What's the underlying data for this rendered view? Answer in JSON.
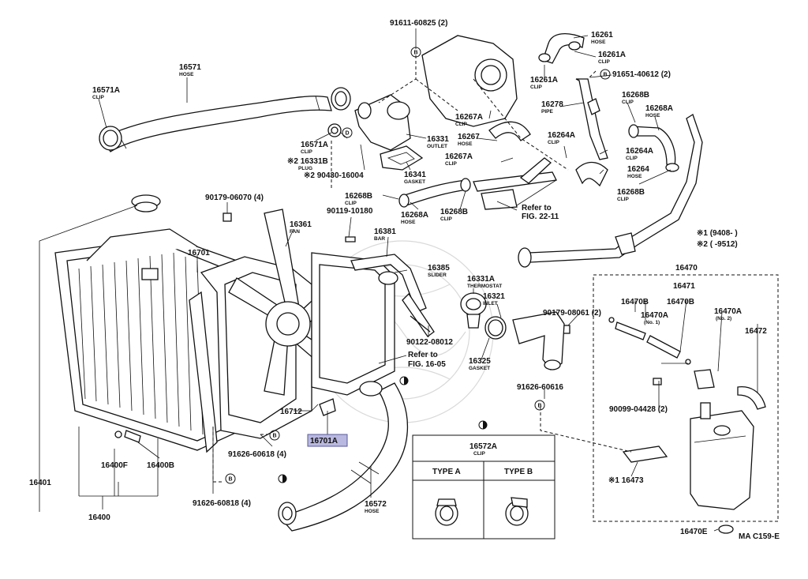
{
  "diagram": {
    "ref_code": "MA C159-E",
    "notes": {
      "n1": "※1 (9408-        )",
      "n2": "※2 (        -9512)"
    },
    "refs": {
      "fig22": [
        "Refer to",
        "FIG. 22-11"
      ],
      "fig16": [
        "Refer to",
        "FIG. 16-05"
      ]
    },
    "reservoir_box": {
      "title": "16470",
      "sub": "16471"
    },
    "clip_table": {
      "part": "16572A",
      "name": "CLIP",
      "col_a": "TYPE A",
      "col_b": "TYPE B"
    },
    "highlight": "16701A",
    "labels": [
      {
        "id": "p91611",
        "pn": "91611-60825 (2)"
      },
      {
        "id": "p16261",
        "pn": "16261",
        "sub": "HOSE"
      },
      {
        "id": "p16261a1",
        "pn": "16261A",
        "sub": "CLIP"
      },
      {
        "id": "p16261a2",
        "pn": "16261A",
        "sub": "CLIP"
      },
      {
        "id": "p91651",
        "pn": "91651-40612 (2)"
      },
      {
        "id": "p16571",
        "pn": "16571",
        "sub": "HOSE"
      },
      {
        "id": "p16571a1",
        "pn": "16571A",
        "sub": "CLIP"
      },
      {
        "id": "p16571a2",
        "pn": "16571A",
        "sub": "CLIP"
      },
      {
        "id": "p16267a1",
        "pn": "16267A",
        "sub": "CLIP"
      },
      {
        "id": "p16278",
        "pn": "16278",
        "sub": "PIPE"
      },
      {
        "id": "p16268b1",
        "pn": "16268B",
        "sub": "CLIP"
      },
      {
        "id": "p16268a1",
        "pn": "16268A",
        "sub": "HOSE"
      },
      {
        "id": "p16331",
        "pn": "16331",
        "sub": "OUTLET"
      },
      {
        "id": "p16267",
        "pn": "16267",
        "sub": "HOSE"
      },
      {
        "id": "p16264a1",
        "pn": "16264A",
        "sub": "CLIP"
      },
      {
        "id": "p16264a2",
        "pn": "16264A",
        "sub": "CLIP"
      },
      {
        "id": "p16331b",
        "pn": "※2 16331B",
        "sub": "PLUG"
      },
      {
        "id": "p90430",
        "pn": "※2 90430-16004"
      },
      {
        "id": "p16341",
        "pn": "16341",
        "sub": "GASKET"
      },
      {
        "id": "p16267a2",
        "pn": "16267A",
        "sub": "CLIP"
      },
      {
        "id": "p16264",
        "pn": "16264",
        "sub": "HOSE"
      },
      {
        "id": "p16268b2",
        "pn": "16268B",
        "sub": "CLIP"
      },
      {
        "id": "p16268b3",
        "pn": "16268B",
        "sub": "CLIP"
      },
      {
        "id": "p16268a2",
        "pn": "16268A",
        "sub": "HOSE"
      },
      {
        "id": "p16268b4",
        "pn": "16268B",
        "sub": "CLIP"
      },
      {
        "id": "p90179a",
        "pn": "90179-06070 (4)"
      },
      {
        "id": "p90119",
        "pn": "90119-10180"
      },
      {
        "id": "p16361",
        "pn": "16361",
        "sub": "FAN"
      },
      {
        "id": "p16381",
        "pn": "16381",
        "sub": "BAR"
      },
      {
        "id": "p16701",
        "pn": "16701"
      },
      {
        "id": "p16385",
        "pn": "16385",
        "sub": "SLIDER"
      },
      {
        "id": "p16331a",
        "pn": "16331A",
        "sub": "THERMOSTAT"
      },
      {
        "id": "p16321",
        "pn": "16321",
        "sub": "INLET"
      },
      {
        "id": "p90179b",
        "pn": "90179-08061 (2)"
      },
      {
        "id": "p90122",
        "pn": "90122-08012"
      },
      {
        "id": "p16325",
        "pn": "16325",
        "sub": "GASKET"
      },
      {
        "id": "p91626a",
        "pn": "91626-60616"
      },
      {
        "id": "p16712",
        "pn": "16712"
      },
      {
        "id": "p91626b",
        "pn": "91626-60618 (4)"
      },
      {
        "id": "p16400f",
        "pn": "16400F"
      },
      {
        "id": "p16400b",
        "pn": "16400B"
      },
      {
        "id": "p16401",
        "pn": "16401"
      },
      {
        "id": "p16400",
        "pn": "16400"
      },
      {
        "id": "p91626c",
        "pn": "91626-60818 (4)"
      },
      {
        "id": "p16572",
        "pn": "16572",
        "sub": "HOSE"
      },
      {
        "id": "p16470b1",
        "pn": "16470B"
      },
      {
        "id": "p16470b2",
        "pn": "16470B"
      },
      {
        "id": "p16470a1",
        "pn": "16470A",
        "sub": "(No. 1)"
      },
      {
        "id": "p16470a2",
        "pn": "16470A",
        "sub": "(No. 2)"
      },
      {
        "id": "p16472",
        "pn": "16472"
      },
      {
        "id": "p90099",
        "pn": "90099-04428 (2)"
      },
      {
        "id": "p16473",
        "pn": "※1 16473"
      },
      {
        "id": "p16470e",
        "pn": "16470E"
      }
    ],
    "symbols": {
      "b": "B",
      "d": "D"
    }
  }
}
